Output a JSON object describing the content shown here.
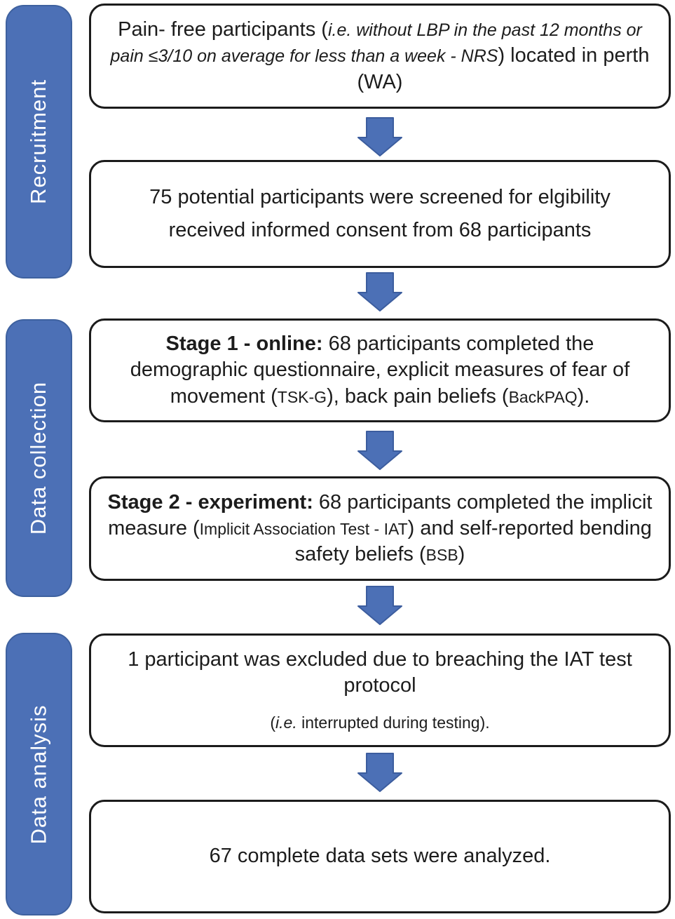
{
  "diagram": {
    "type": "flowchart",
    "colors": {
      "stage_fill": "#4C70B6",
      "stage_border": "#3E619F",
      "stage_text": "#ffffff",
      "arrow_fill": "#4C70B6",
      "arrow_border": "#3C5D9E",
      "box_border": "#1b1b1b",
      "box_text": "#1c1c1c",
      "background": "#ffffff"
    },
    "arrow_icon": "block-arrow-down",
    "stages": [
      {
        "label": "Recruitment"
      },
      {
        "label": "Data collection"
      },
      {
        "label": "Data analysis"
      }
    ],
    "boxes": [
      {
        "name": "recruitment-source",
        "paras": [
          {
            "runs": [
              {
                "text": "Pain- free participants (",
                "style": "regular"
              },
              {
                "text": "i.e. without LBP in the past 12 months or pain ≤3/10 on average for less than a week  - NRS",
                "style": "italic"
              },
              {
                "text": ") located in perth (WA)",
                "style": "regular"
              }
            ]
          }
        ]
      },
      {
        "name": "screening",
        "paras": [
          {
            "runs": [
              {
                "text": "75 potential participants were screened for elgibility",
                "style": "regular"
              }
            ]
          },
          {
            "runs": [
              {
                "text": "received informed consent from 68 participants",
                "style": "regular"
              }
            ]
          }
        ]
      },
      {
        "name": "stage-1-online",
        "paras": [
          {
            "runs": [
              {
                "text": "Stage 1 - online:",
                "style": "bold"
              },
              {
                "text": " 68 participants completed the demographic questionnaire, explicit measures of fear of movement (",
                "style": "regular"
              },
              {
                "text": "TSK-G",
                "style": "small"
              },
              {
                "text": "), back pain beliefs (",
                "style": "regular"
              },
              {
                "text": "BackPAQ",
                "style": "small"
              },
              {
                "text": ").",
                "style": "regular"
              }
            ]
          }
        ]
      },
      {
        "name": "stage-2-experiment",
        "paras": [
          {
            "runs": [
              {
                "text": "Stage 2 - experiment:",
                "style": "bold"
              },
              {
                "text": " 68 participants completed the implicit measure (",
                "style": "regular"
              },
              {
                "text": "Implicit Association Test - IAT",
                "style": "small"
              },
              {
                "text": ") and self-reported bending safety beliefs (",
                "style": "regular"
              },
              {
                "text": "BSB",
                "style": "small"
              },
              {
                "text": ")",
                "style": "regular"
              }
            ]
          }
        ]
      },
      {
        "name": "exclusion",
        "paras": [
          {
            "runs": [
              {
                "text": "1 participant was excluded due to breaching the IAT test protocol",
                "style": "regular"
              }
            ]
          },
          {
            "runs": [
              {
                "text": "(",
                "style": "small"
              },
              {
                "text": "i.e.",
                "style": "small-italic"
              },
              {
                "text": " interrupted during testing",
                "style": "small"
              },
              {
                "text": ").",
                "style": "small"
              }
            ]
          }
        ]
      },
      {
        "name": "analysis-result",
        "paras": [
          {
            "runs": [
              {
                "text": "67 complete data sets were analyzed.",
                "style": "regular"
              }
            ]
          }
        ]
      }
    ]
  }
}
